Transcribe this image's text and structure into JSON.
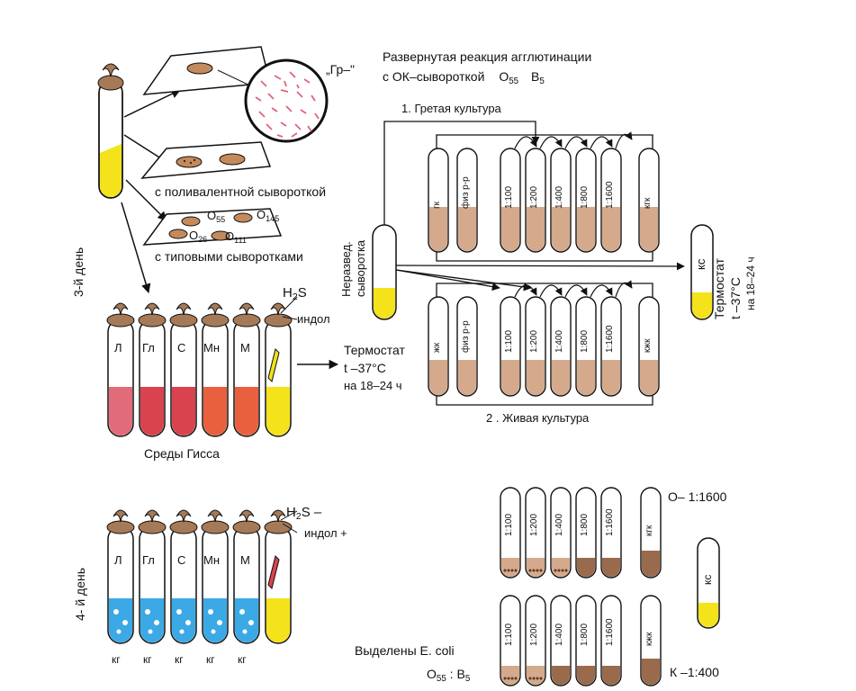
{
  "title_line1": "Развернутая реакция агглютинации",
  "title_line2_prefix": "с ОК–сывороткой",
  "title_o": "О",
  "title_o_sub": "55",
  "title_b": "В",
  "title_b_sub": "5",
  "gr_label": "„Гр–\"",
  "poly_serum": "с поливалентной сывороткой",
  "type_sera": "с   типовыми сыворотками",
  "o55": "О",
  "o55_sub": "55",
  "o145": "О",
  "o145_sub": "145",
  "o26": "О",
  "o26_sub": "26",
  "o111": "О",
  "o111_sub": "111",
  "day3": "3-й день",
  "day4": "4- й день",
  "h2s_top": "Н",
  "h2s_top_sub": "2",
  "h2s_top_s": "S",
  "indol_top": "индол",
  "hiss_media": "Среды Гисса",
  "media_labels": [
    "Л",
    "Гл",
    "С",
    "Мн",
    "М"
  ],
  "thermostat_mid": [
    "Термостат",
    "t –37°С",
    "на 18–24 ч"
  ],
  "heated_culture": "1. Гретая культура",
  "live_culture": "2 . Живая культура",
  "undiluted_serum": [
    "Неразвед.",
    "сыворотка"
  ],
  "tube_top": [
    "гк",
    "физ р-р",
    "1:100",
    "1:200",
    "1:400",
    "1:800",
    "1:1600",
    "кгк"
  ],
  "tube_bottom": [
    "жк",
    "физ р-р",
    "1:100",
    "1:200",
    "1:400",
    "1:800",
    "1:1600",
    "кжк"
  ],
  "ks": "кс",
  "thermostat_right": [
    "Термостат",
    "t –37°С",
    "на 18–24 ч"
  ],
  "h2s_bottom_prefix": "Н",
  "h2s_bottom_sub": "2",
  "h2s_bottom_suffix": "S –",
  "indol_bottom": "индол +",
  "kg_labels": [
    "кг",
    "кг",
    "кг",
    "кг",
    "кг"
  ],
  "res_top": [
    "1:100",
    "1:200",
    "1:400",
    "1:800",
    "1:1600"
  ],
  "res_top_ctrl": "кгк",
  "o_titer": "О– 1:1600",
  "res_bottom": [
    "1:100",
    "1:200",
    "1:400",
    "1:800",
    "1:1600"
  ],
  "res_bottom_ctrl": "кжк",
  "k_titer": "К –1:400",
  "ks_result": "кс",
  "isolated": "Выделены E. coli",
  "isolated_o": "О",
  "isolated_o_sub": "55",
  "isolated_b": "В",
  "isolated_b_sub": "5",
  "colors": {
    "yellow": "#f4e21a",
    "pink": "#e26b7a",
    "red": "#d9434e",
    "orange": "#e9603f",
    "blue": "#3ba9e6",
    "tan": "#d4a98c",
    "brown": "#9a6a4c",
    "stopper": "#a77a57"
  }
}
